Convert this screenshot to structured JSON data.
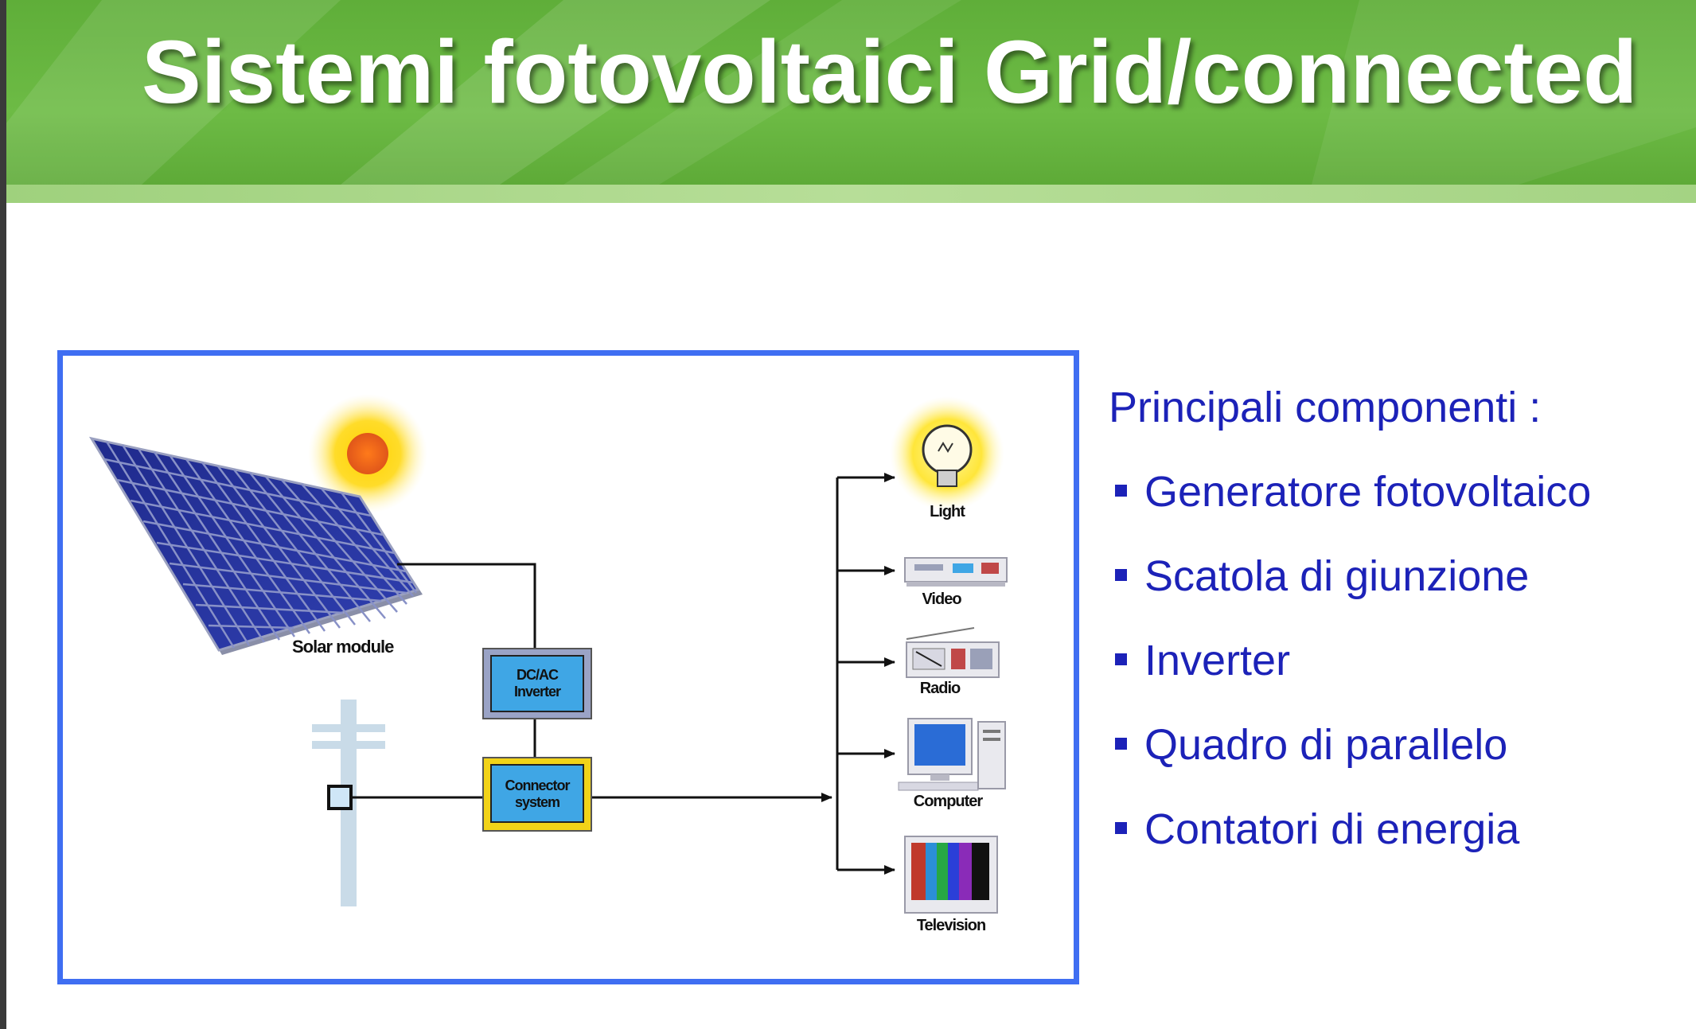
{
  "slide": {
    "title": "Sistemi fotovoltaici Grid/connected",
    "colors": {
      "header_green": "#6dbb45",
      "text_blue": "#1c22b8",
      "frame_blue": "#3f6ef2"
    }
  },
  "diagram": {
    "labels": {
      "solar_module": "Solar module",
      "inverter_line1": "DC/AC",
      "inverter_line2": "Inverter",
      "connector_line1": "Connector",
      "connector_line2": "system",
      "light": "Light",
      "video": "Video",
      "radio": "Radio",
      "computer": "Computer",
      "television": "Television"
    }
  },
  "components": {
    "heading": "Principali componenti :",
    "items": [
      "Generatore fotovoltaico",
      "Scatola di giunzione",
      "Inverter",
      "Quadro di parallelo",
      "Contatori di energia"
    ]
  }
}
